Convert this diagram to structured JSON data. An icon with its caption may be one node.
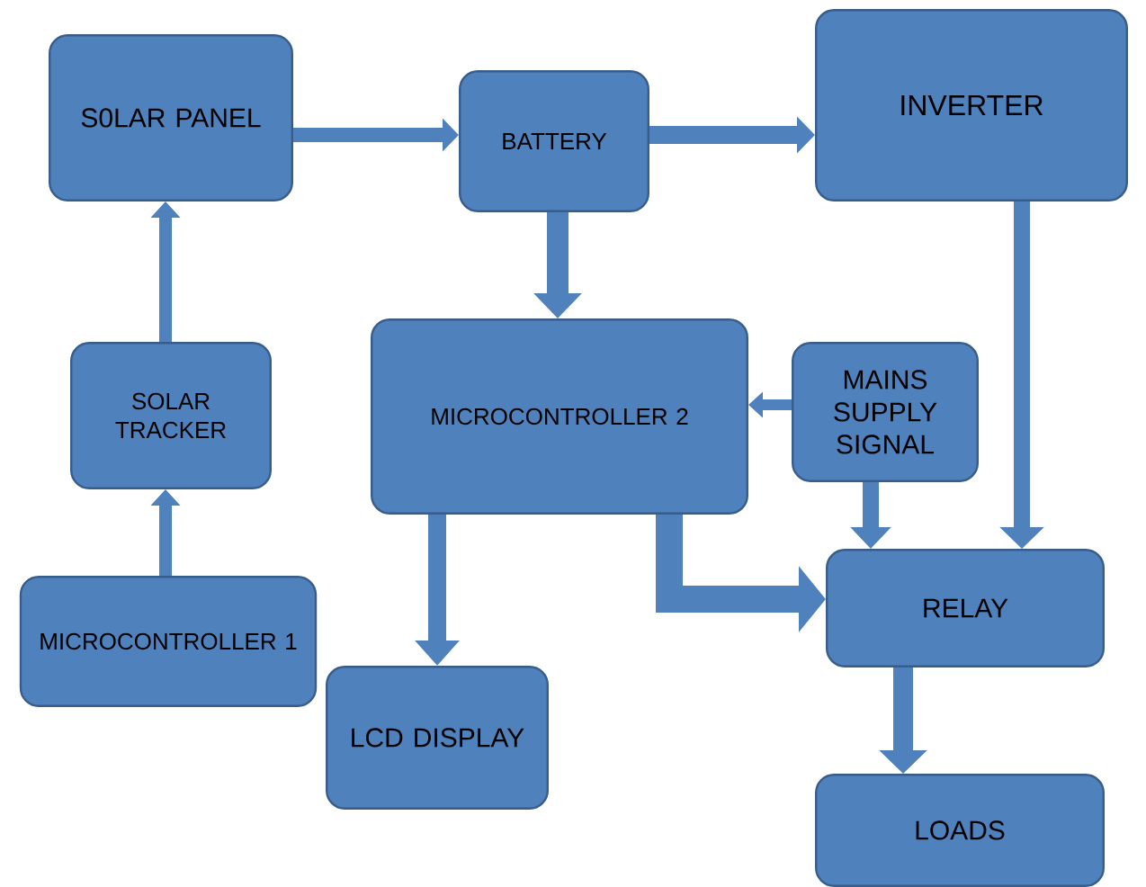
{
  "diagram": {
    "nodes": [
      {
        "text": [
          "S0LAR PANEL"
        ]
      },
      {
        "text": [
          "BATTERY"
        ]
      },
      {
        "text": [
          "INVERTER"
        ]
      },
      {
        "text": [
          "SOLAR TRACKER"
        ]
      },
      {
        "text": [
          "MICROCONTROLLER 2"
        ]
      },
      {
        "text": [
          "MAINS SUPPLY SIGNAL"
        ]
      },
      {
        "text": [
          "MICROCONTROLLER 1"
        ]
      },
      {
        "text": [
          "LCD DISPLAY"
        ]
      },
      {
        "text": [
          "RELAY"
        ]
      },
      {
        "text": [
          "LOADS"
        ]
      }
    ],
    "edges": [
      {
        "from": 0,
        "to": 1,
        "arrow": "to"
      },
      {
        "from": 1,
        "to": 2,
        "arrow": "to"
      },
      {
        "from": 1,
        "to": 4,
        "arrow": "to"
      },
      {
        "from": 3,
        "to": 0,
        "arrow": "to"
      },
      {
        "from": 6,
        "to": 3,
        "arrow": "to"
      },
      {
        "from": 4,
        "to": 7,
        "arrow": "to"
      },
      {
        "from": 4,
        "to": 8,
        "arrow": "to"
      },
      {
        "from": 5,
        "to": 4,
        "arrow": "to"
      },
      {
        "from": 5,
        "to": 8,
        "arrow": "to"
      },
      {
        "from": 2,
        "to": 8,
        "arrow": "to"
      },
      {
        "from": 8,
        "to": 9,
        "arrow": "to"
      }
    ]
  }
}
